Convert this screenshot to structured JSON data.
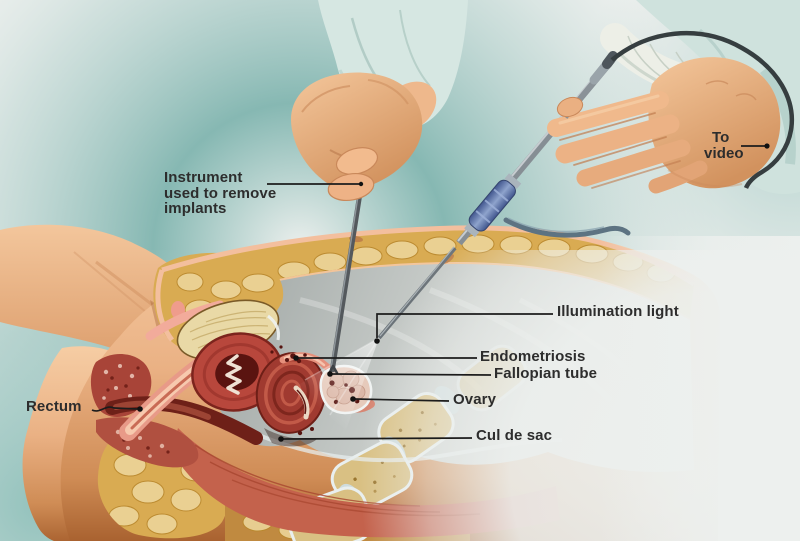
{
  "labels": {
    "instrument": {
      "lines": [
        "Instrument",
        "used to remove",
        "implants"
      ]
    },
    "to_video": {
      "lines": [
        "To",
        "video"
      ]
    },
    "illumination_light": {
      "text": "Illumination light"
    },
    "endometriosis": {
      "text": "Endometriosis"
    },
    "fallopian_tube": {
      "text": "Fallopian tube"
    },
    "ovary": {
      "text": "Ovary"
    },
    "cul_de_sac": {
      "text": "Cul de sac"
    },
    "rectum": {
      "text": "Rectum"
    }
  },
  "colors": {
    "background_light": "#edf0ee",
    "background_teal": "#7fb3ad",
    "skin": "#f0bd92",
    "skin_shadow": "#c98a5e",
    "fat_yellow": "#d9ab52",
    "fat_lobule": "#ecd49a",
    "cavity_gray": "#b4bab8",
    "bladder_cream": "#e9d9a6",
    "uterus_red": "#b8473c",
    "rectum_red": "#9e4034",
    "muscle_salmon": "#c4624c",
    "bone_tan": "#d9c083",
    "ovary_pink": "#e6cabb",
    "endometriosis_spot": "#571410",
    "instrument_gray": "#54595d",
    "scope_silver": "#868e94",
    "connector_blue": "#5d74ab",
    "cable_dark": "#363e40",
    "sleeve_teal": "#d4e6e1",
    "label_text": "#2d2d2d"
  }
}
